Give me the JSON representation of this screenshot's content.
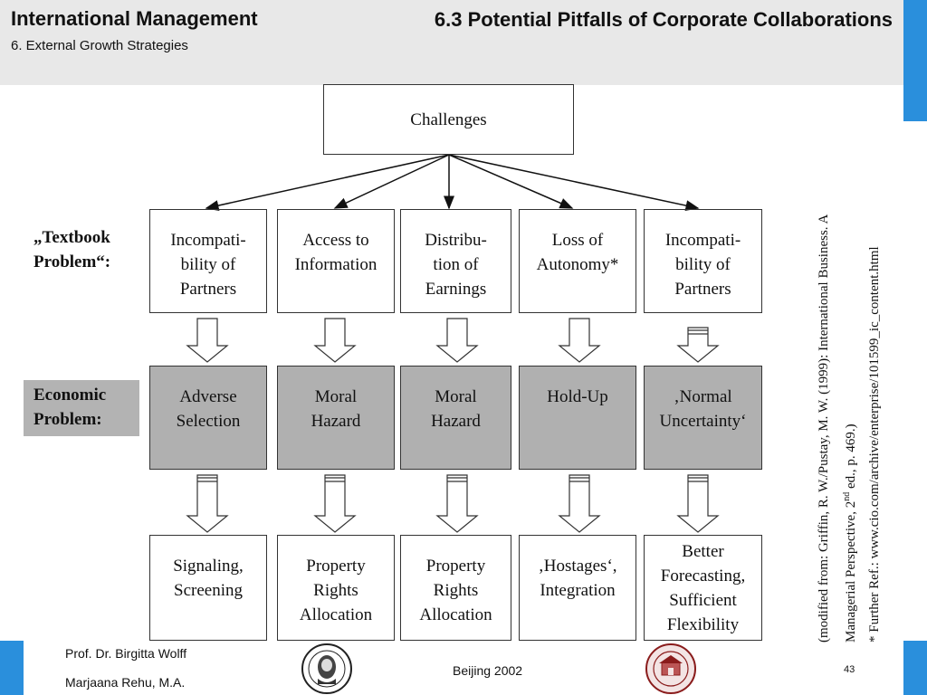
{
  "header": {
    "course_title": "International Management",
    "chapter": "6.  External Growth Strategies",
    "slide_title": "6.3 Potential Pitfalls of Corporate Collaborations"
  },
  "diagram": {
    "root": "Challenges",
    "row_labels": {
      "textbook": [
        "„Textbook",
        "Problem“:"
      ],
      "economic": [
        "Economic",
        "Problem:"
      ]
    },
    "challenges": [
      [
        "Incompati-",
        "bility of",
        "Partners"
      ],
      [
        "Access to",
        "Information"
      ],
      [
        "Distribu-",
        "tion of",
        "Earnings"
      ],
      [
        "Loss of",
        "Autonomy*"
      ],
      [
        "Incompati-",
        "bility of",
        "Partners"
      ]
    ],
    "economic_problems": [
      [
        "Adverse",
        "Selection"
      ],
      [
        "Moral",
        "Hazard"
      ],
      [
        "Moral",
        "Hazard"
      ],
      [
        "Hold-Up"
      ],
      [
        "‚Normal",
        "Uncertainty‘"
      ]
    ],
    "solutions": [
      [
        "Signaling,",
        "Screening"
      ],
      [
        "Property",
        "Rights",
        "Allocation"
      ],
      [
        "Property",
        "Rights",
        "Allocation"
      ],
      [
        "‚Hostages‘,",
        "Integration"
      ],
      [
        "Better",
        "Forecasting,",
        "Sufficient",
        "Flexibility"
      ]
    ]
  },
  "source_note": {
    "line1": "(modified from: Griffin, R. W./Pustay, M. W. (1999): International Business. A",
    "line2_pre": "Managerial Perspective, 2",
    "line2_sup": "nd",
    "line2_post": " ed., p. 469.)",
    "line3": "* Further Ref.: www.cio.com/archive/enterprise/101599_ic_content.html"
  },
  "footer": {
    "author1": "Prof. Dr. Birgitta Wolff",
    "author2": "Marjaana Rehu, M.A.",
    "event": "Beijing 2002",
    "page": "43"
  },
  "colors": {
    "accent": "#2a8fdc",
    "header_band": "#e8e8e8",
    "economic_fill": "#b0b0b0"
  }
}
